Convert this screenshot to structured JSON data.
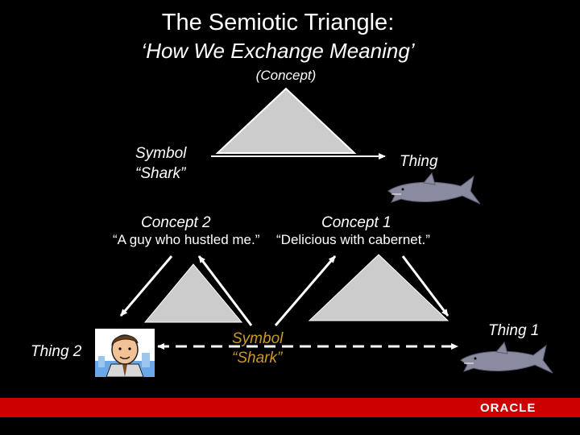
{
  "slide": {
    "title_line1": "The Semiotic Triangle:",
    "title_line2": "‘How We Exchange Meaning’",
    "top_triangle": {
      "apex_label": "(Concept)",
      "symbol_label": "Symbol",
      "symbol_value": "“Shark”",
      "thing_label": "Thing"
    },
    "concept2": {
      "label": "Concept 2",
      "meaning": "“A guy who hustled me.”"
    },
    "concept1": {
      "label": "Concept 1",
      "meaning": "“Delicious with cabernet.”"
    },
    "bottom_symbol": {
      "label": "Symbol",
      "value": "“Shark”"
    },
    "thing2_label": "Thing 2",
    "thing1_label": "Thing 1"
  },
  "footer": {
    "brand": "ORACLE",
    "bar_color": "#cc0000"
  },
  "colors": {
    "triangle_fill": "#cccccc",
    "background": "#000000",
    "symbol_text": "#c89a2a"
  }
}
